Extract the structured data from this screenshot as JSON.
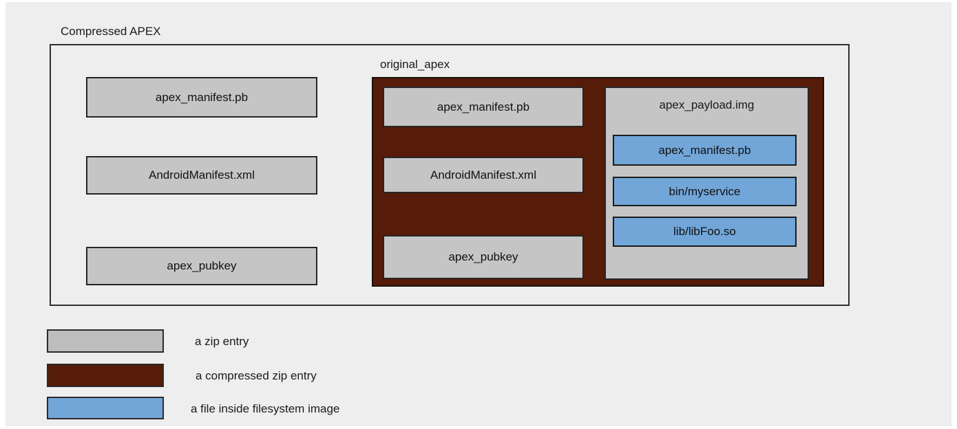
{
  "colors": {
    "background": "#ffffff",
    "canvas_background": "#eeeeee",
    "zip_entry_fill": "#c5c5c5",
    "compressed_zip_entry_fill": "#561b09",
    "filesystem_file_fill": "#72a6d9",
    "box_border": "#252525",
    "text": "#1a1a1a"
  },
  "diagram": {
    "title": "Compressed APEX",
    "outer_entries": [
      "apex_manifest.pb",
      "AndroidManifest.xml",
      "apex_pubkey"
    ],
    "original_apex": {
      "label": "original_apex",
      "entries": [
        "apex_manifest.pb",
        "AndroidManifest.xml",
        "apex_pubkey"
      ],
      "payload": {
        "label": "apex_payload.img",
        "files": [
          "apex_manifest.pb",
          "bin/myservice",
          "lib/libFoo.so"
        ]
      }
    }
  },
  "legend": {
    "items": [
      {
        "label": "a zip entry"
      },
      {
        "label": "a compressed zip entry"
      },
      {
        "label": "a file inside filesystem image"
      }
    ]
  }
}
